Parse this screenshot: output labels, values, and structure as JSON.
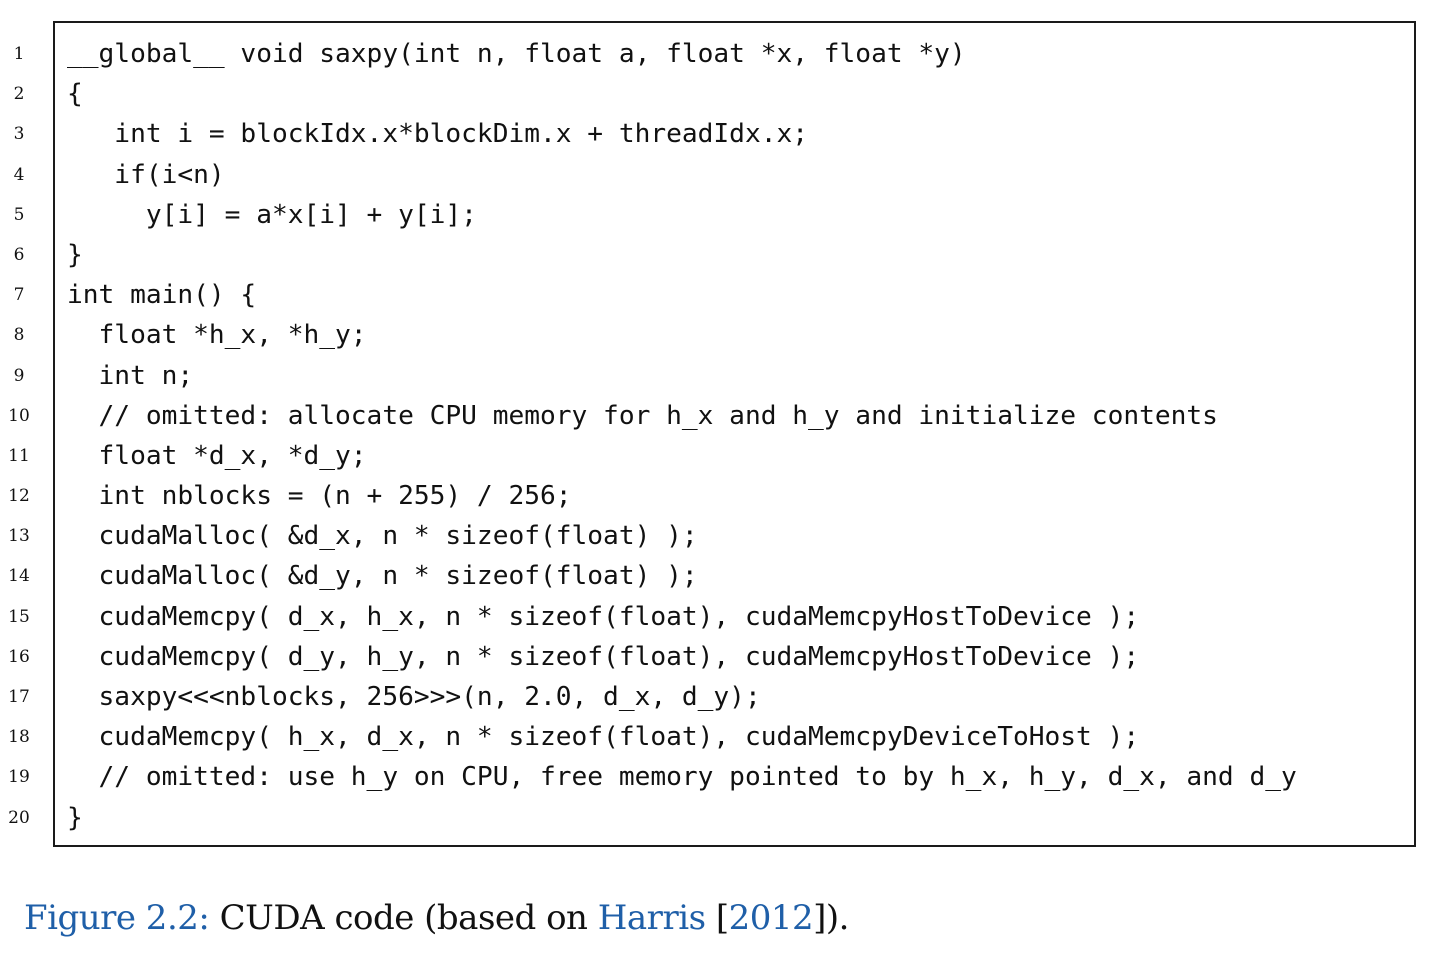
{
  "line_numbers": [
    "1",
    "2",
    "3",
    "4",
    "5",
    "6",
    "7",
    "8",
    "9",
    "10",
    "11",
    "12",
    "13",
    "14",
    "15",
    "16",
    "17",
    "18",
    "19",
    "20"
  ],
  "code_lines": [
    "__global__ void saxpy(int n, float a, float *x, float *y)",
    "{",
    "   int i = blockIdx.x*blockDim.x + threadIdx.x;",
    "   if(i<n)",
    "     y[i] = a*x[i] + y[i];",
    "}",
    "int main() {",
    "  float *h_x, *h_y;",
    "  int n;",
    "  // omitted: allocate CPU memory for h_x and h_y and initialize contents",
    "  float *d_x, *d_y;",
    "  int nblocks = (n + 255) / 256;",
    "  cudaMalloc( &d_x, n * sizeof(float) );",
    "  cudaMalloc( &d_y, n * sizeof(float) );",
    "  cudaMemcpy( d_x, h_x, n * sizeof(float), cudaMemcpyHostToDevice );",
    "  cudaMemcpy( d_y, h_y, n * sizeof(float), cudaMemcpyHostToDevice );",
    "  saxpy<<<nblocks, 256>>>(n, 2.0, d_x, d_y);",
    "  cudaMemcpy( h_x, d_x, n * sizeof(float), cudaMemcpyDeviceToHost );",
    "  // omitted: use h_y on CPU, free memory pointed to by h_x, h_y, d_x, and d_y",
    "}"
  ],
  "caption": {
    "label": "Figure 2.2:",
    "text_before": " CUDA code (based on ",
    "cite_author": "Harris",
    "text_mid": " [",
    "cite_year": "2012",
    "text_after": "])."
  },
  "colors": {
    "link_blue": "#1f5fa8",
    "text": "#111111",
    "frame_border": "#1a1a1a"
  }
}
